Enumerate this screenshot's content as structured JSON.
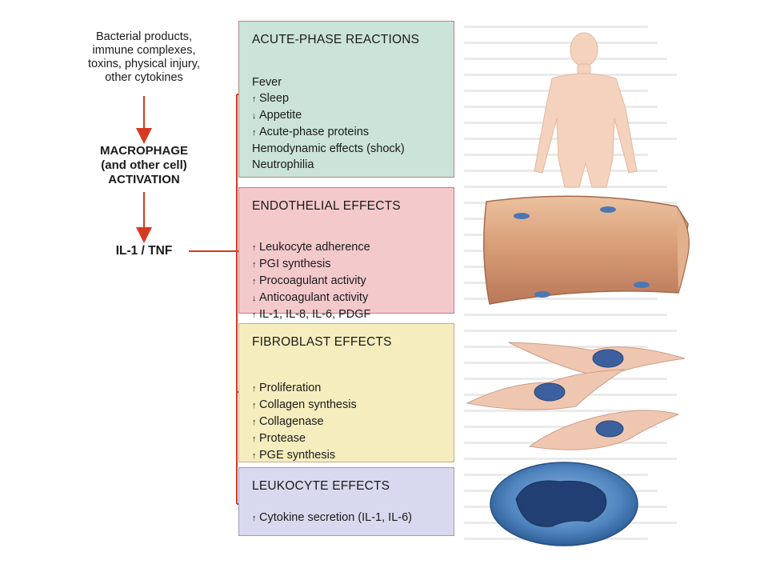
{
  "source": {
    "lines": [
      "Bacterial products,",
      "immune complexes,",
      "toxins, physical injury,",
      "other cytokines"
    ]
  },
  "activation": {
    "lines": [
      "MACROPHAGE",
      "(and other cell)",
      "ACTIVATION"
    ]
  },
  "cytokine": "IL-1 / TNF",
  "up_symbol": "↑",
  "down_symbol": "↓",
  "boxes": {
    "acute": {
      "title": "ACUTE-PHASE REACTIONS",
      "items": [
        {
          "dir": "",
          "text": "Fever"
        },
        {
          "dir": "up",
          "text": "Sleep"
        },
        {
          "dir": "down",
          "text": "Appetite"
        },
        {
          "dir": "up",
          "text": "Acute-phase proteins"
        },
        {
          "dir": "",
          "text": "Hemodynamic effects (shock)"
        },
        {
          "dir": "",
          "text": "Neutrophilia"
        }
      ]
    },
    "endo": {
      "title": "ENDOTHELIAL EFFECTS",
      "items": [
        {
          "dir": "up",
          "text": "Leukocyte adherence"
        },
        {
          "dir": "up",
          "text": "PGI synthesis"
        },
        {
          "dir": "up",
          "text": "Procoagulant activity"
        },
        {
          "dir": "down",
          "text": "Anticoagulant activity"
        },
        {
          "dir": "up",
          "text": "IL-1, IL-8, IL-6, PDGF"
        }
      ]
    },
    "fibro": {
      "title": "FIBROBLAST EFFECTS",
      "items": [
        {
          "dir": "up",
          "text": "Proliferation"
        },
        {
          "dir": "up",
          "text": "Collagen synthesis"
        },
        {
          "dir": "up",
          "text": "Collagenase"
        },
        {
          "dir": "up",
          "text": "Protease"
        },
        {
          "dir": "up",
          "text": "PGE synthesis"
        }
      ]
    },
    "leuko": {
      "title": "LEUKOCYTE EFFECTS",
      "items": [
        {
          "dir": "up",
          "text": "Cytokine secretion (IL-1, IL-6)"
        }
      ]
    }
  },
  "colors": {
    "arrow": "#d63a20",
    "acute_bg": "#cbe3d8",
    "endo_bg": "#f3c9cc",
    "fibro_bg": "#f6edbe",
    "leuko_bg": "#d8d9ee",
    "skin": "#f4d2bd",
    "vessel": "#d9a27d",
    "nucleus": "#3c5f9e"
  },
  "illustrations": [
    "human-body",
    "blood-vessel",
    "fibroblast-cells",
    "leukocyte-cell"
  ]
}
